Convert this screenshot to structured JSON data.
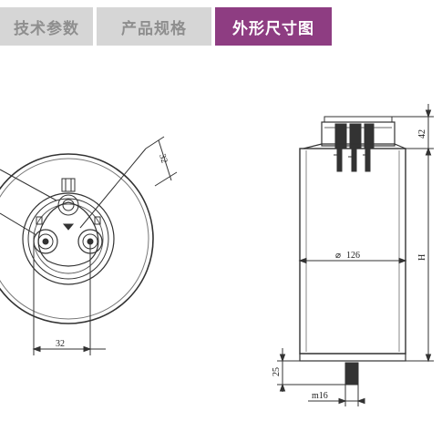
{
  "tabs": [
    {
      "label": "技术参数",
      "active": false
    },
    {
      "label": "产品规格",
      "active": false
    },
    {
      "label": "外形尺寸图",
      "active": true
    }
  ],
  "colors": {
    "active_tab": "#8e3d82",
    "inactive_tab": "#d6d6d6",
    "inactive_text": "#8e8e8e"
  },
  "drawing": {
    "top_view": {
      "dim_terminal_spacing": "32",
      "dim_angle_radius": "32"
    },
    "side_view": {
      "dim_top_height": "42",
      "dim_diameter": "126",
      "diameter_symbol": "⌀",
      "dim_height": "H",
      "dim_stud_length": "25",
      "dim_stud_thread": "m16"
    }
  }
}
